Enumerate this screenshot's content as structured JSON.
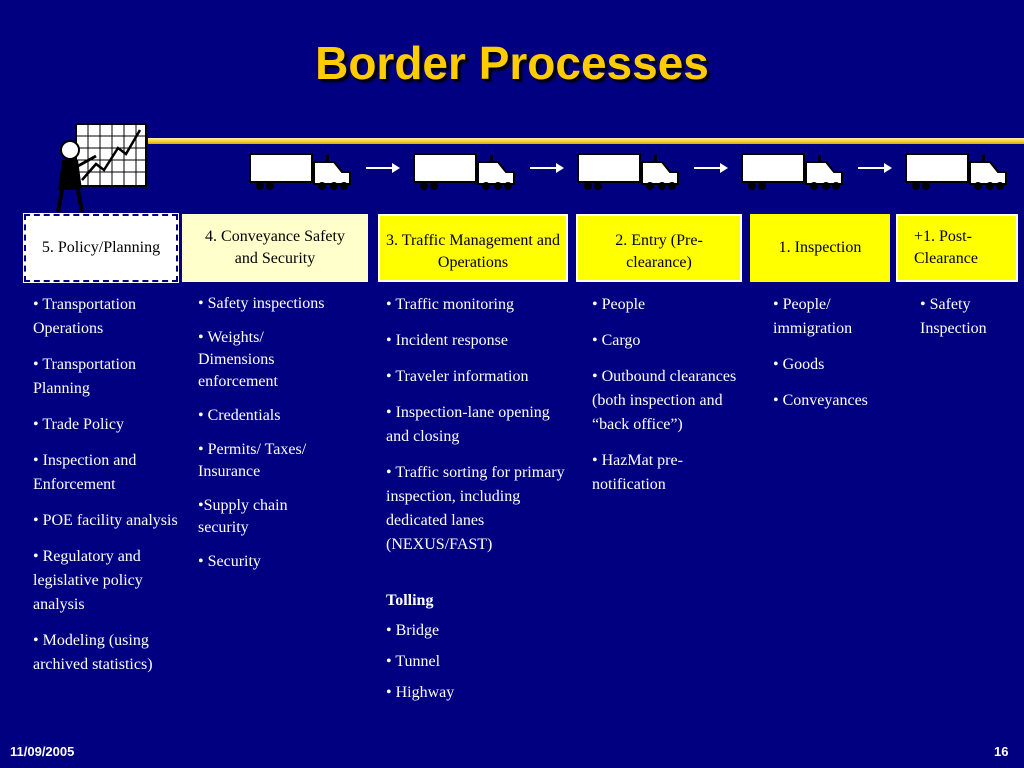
{
  "title": "Border Processes",
  "colors": {
    "background": "#000080",
    "title": "#ffcc00",
    "box": "#ffffcc",
    "box_highlight": "#ffff00",
    "text": "#ffffff"
  },
  "icons": {
    "planner": "planner-chart-icon",
    "truck": "truck-icon",
    "arrow": "arrow-right-icon"
  },
  "stages": [
    {
      "label": "5. Policy/Planning",
      "items": [
        "• Transportation Operations",
        "• Transportation Planning",
        "• Trade Policy",
        "• Inspection and Enforcement",
        "• POE facility analysis",
        "• Regulatory and legislative policy analysis",
        "• Modeling (using archived statistics)"
      ]
    },
    {
      "label": "4. Conveyance Safety and Security",
      "items": [
        "• Safety inspections",
        "• Weights/ Dimensions enforcement",
        "• Credentials",
        "• Permits/ Taxes/ Insurance",
        "•Supply chain security",
        "• Security"
      ]
    },
    {
      "label": "3. Traffic Management and Operations",
      "items": [
        "• Traffic monitoring",
        "• Incident response",
        "• Traveler information",
        "• Inspection-lane opening and closing",
        "• Traffic sorting for primary inspection, including dedicated lanes (NEXUS/FAST)"
      ],
      "subheading": "Tolling",
      "subitems": [
        "• Bridge",
        "• Tunnel",
        "• Highway"
      ]
    },
    {
      "label": "2. Entry (Pre-clearance)",
      "items": [
        "• People",
        "• Cargo",
        "• Outbound clearances (both inspection and “back office”)",
        "• HazMat pre-notification"
      ]
    },
    {
      "label": "1. Inspection",
      "items": [
        "• People/ immigration",
        "• Goods",
        "• Conveyances"
      ]
    },
    {
      "label": "+1.  Post-Clearance",
      "items": [
        "• Safety Inspection"
      ]
    }
  ],
  "footer": {
    "date": "11/09/2005",
    "page": "16"
  }
}
